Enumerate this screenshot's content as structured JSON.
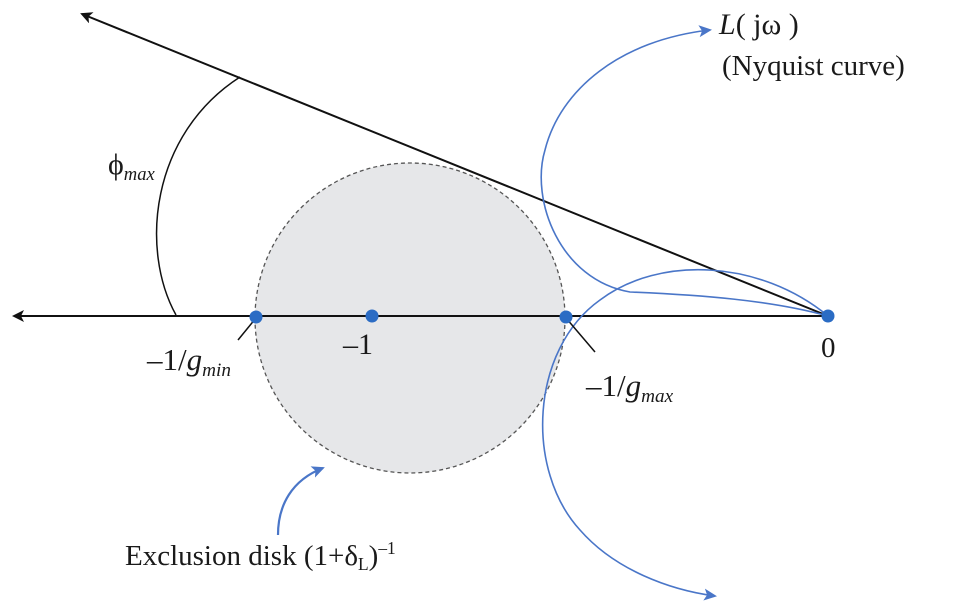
{
  "colors": {
    "axis": "#111111",
    "curve": "#4a76c8",
    "disk_fill": "#e6e7e9",
    "disk_border": "#555555",
    "point": "#2b6cc4",
    "text": "#1a1a1a"
  },
  "labels": {
    "curve_name_fn": "L",
    "curve_name_arg": "( jω )",
    "curve_desc": "(Nyquist curve)",
    "phi_symbol": "ϕ",
    "phi_sub": "max",
    "minus_one": "–1",
    "zero": "0",
    "gmin_prefix": "–1/",
    "gmin_g": "g",
    "gmin_sub": "min",
    "gmax_prefix": "–1/",
    "gmax_g": "g",
    "gmax_sub": "max",
    "disk_prefix": "Exclusion disk (1+δ",
    "disk_sub": "L",
    "disk_close": ")",
    "disk_sup": "–1"
  },
  "points": [
    {
      "name": "point-minus-1-over-gmin"
    },
    {
      "name": "point-minus-1"
    },
    {
      "name": "point-minus-1-over-gmax"
    },
    {
      "name": "point-origin"
    }
  ]
}
